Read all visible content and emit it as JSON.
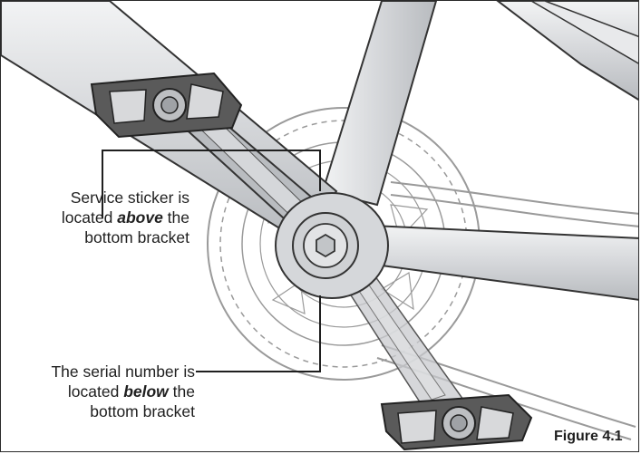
{
  "callouts": {
    "service_sticker": {
      "line1": "Service sticker is",
      "line2_pre": "located ",
      "line2_emph": "above",
      "line2_post": " the",
      "line3": "bottom bracket"
    },
    "serial_number": {
      "line1": "The serial number is",
      "line2_pre": "located ",
      "line2_emph": "below",
      "line2_post": " the",
      "line3": "bottom bracket"
    }
  },
  "figure_label": "Figure 4.1",
  "colors": {
    "frame_fill": "#d7d9dc",
    "frame_stroke": "#333333",
    "chainring_stroke": "#9a9a9a",
    "pedal_fill": "#5a5a5a",
    "text": "#1f1f1f"
  }
}
